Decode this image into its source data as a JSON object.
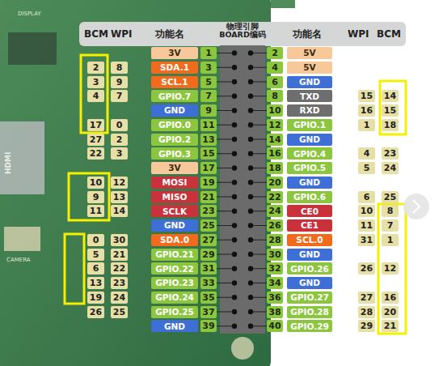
{
  "diagram": {
    "nodes": [
      {
        "text": [
          "3V"
        ]
      },
      {
        "text": [
          "1"
        ]
      },
      {
        "text": [
          "2"
        ]
      },
      {
        "text": [
          "5V"
        ]
      },
      {
        "text": [
          "2"
        ]
      },
      {
        "text": [
          "8"
        ]
      },
      {
        "text": [
          "SDA.1"
        ]
      },
      {
        "text": [
          "3"
        ]
      },
      {
        "text": [
          "4"
        ]
      },
      {
        "text": [
          "5V"
        ]
      },
      {
        "text": [
          "3"
        ]
      },
      {
        "text": [
          "9"
        ]
      },
      {
        "text": [
          "SCL.1"
        ]
      },
      {
        "text": [
          "5"
        ]
      },
      {
        "text": [
          "6"
        ]
      },
      {
        "text": [
          "GND"
        ]
      },
      {
        "text": [
          "4"
        ]
      },
      {
        "text": [
          "7"
        ]
      },
      {
        "text": [
          "GPIO.7"
        ]
      },
      {
        "text": [
          "7"
        ]
      },
      {
        "text": [
          "8"
        ]
      },
      {
        "text": [
          "TXD"
        ]
      },
      {
        "text": [
          "15"
        ]
      },
      {
        "text": [
          "14"
        ]
      },
      {
        "text": [
          "GND"
        ]
      },
      {
        "text": [
          "9"
        ]
      },
      {
        "text": [
          "10"
        ]
      },
      {
        "text": [
          "RXD"
        ]
      },
      {
        "text": [
          "16"
        ]
      },
      {
        "text": [
          "15"
        ]
      },
      {
        "text": [
          "17"
        ]
      },
      {
        "text": [
          "0"
        ]
      },
      {
        "text": [
          "GPIO.0"
        ]
      },
      {
        "text": [
          "11"
        ]
      },
      {
        "text": [
          "12"
        ]
      },
      {
        "text": [
          "GPIO.1"
        ]
      },
      {
        "text": [
          "1"
        ]
      },
      {
        "text": [
          "18"
        ]
      },
      {
        "text": [
          "27"
        ]
      },
      {
        "text": [
          "2"
        ]
      },
      {
        "text": [
          "GPIO.2"
        ]
      },
      {
        "text": [
          "13"
        ]
      },
      {
        "text": [
          "14"
        ]
      },
      {
        "text": [
          "GND"
        ]
      },
      {
        "text": [
          "22"
        ]
      },
      {
        "text": [
          "3"
        ]
      },
      {
        "text": [
          "GPIO.3"
        ]
      },
      {
        "text": [
          "15"
        ]
      },
      {
        "text": [
          "16"
        ]
      },
      {
        "text": [
          "GPIO.4"
        ]
      },
      {
        "text": [
          "4"
        ]
      },
      {
        "text": [
          "23"
        ]
      },
      {
        "text": [
          "3V"
        ]
      },
      {
        "text": [
          "17"
        ]
      },
      {
        "text": [
          "18"
        ]
      },
      {
        "text": [
          "GPIO.5"
        ]
      },
      {
        "text": [
          "5"
        ]
      },
      {
        "text": [
          "24"
        ]
      },
      {
        "text": [
          "10"
        ]
      },
      {
        "text": [
          "12"
        ]
      },
      {
        "text": [
          "MOSI"
        ]
      },
      {
        "text": [
          "19"
        ]
      },
      {
        "text": [
          "20"
        ]
      },
      {
        "text": [
          "GND"
        ]
      },
      {
        "text": [
          "9"
        ]
      },
      {
        "text": [
          "13"
        ]
      },
      {
        "text": [
          "MISO"
        ]
      },
      {
        "text": [
          "21"
        ]
      },
      {
        "text": [
          "22"
        ]
      },
      {
        "text": [
          "GPIO.6"
        ]
      },
      {
        "text": [
          "6"
        ]
      },
      {
        "text": [
          "25"
        ]
      },
      {
        "text": [
          "11"
        ]
      },
      {
        "text": [
          "14"
        ]
      },
      {
        "text": [
          "SCLK"
        ]
      },
      {
        "text": [
          "23"
        ]
      },
      {
        "text": [
          "24"
        ]
      },
      {
        "text": [
          "CE0"
        ]
      },
      {
        "text": [
          "10"
        ]
      },
      {
        "text": [
          "8"
        ]
      },
      {
        "text": [
          "GND"
        ]
      },
      {
        "text": [
          "25"
        ]
      },
      {
        "text": [
          "26"
        ]
      },
      {
        "text": [
          "CE1"
        ]
      },
      {
        "text": [
          "11"
        ]
      },
      {
        "text": [
          "7"
        ]
      },
      {
        "text": [
          "0"
        ]
      },
      {
        "text": [
          "30"
        ]
      },
      {
        "text": [
          "SDA.0"
        ]
      },
      {
        "text": [
          "27"
        ]
      },
      {
        "text": [
          "28"
        ]
      },
      {
        "text": [
          "SCL.0"
        ]
      },
      {
        "text": [
          "31"
        ]
      },
      {
        "text": [
          "1"
        ]
      },
      {
        "text": [
          "5"
        ]
      },
      {
        "text": [
          "21"
        ]
      },
      {
        "text": [
          "GPIO.21"
        ]
      },
      {
        "text": [
          "29"
        ]
      },
      {
        "text": [
          "30"
        ]
      },
      {
        "text": [
          "GND"
        ]
      },
      {
        "text": [
          "6"
        ]
      },
      {
        "text": [
          "22"
        ]
      },
      {
        "text": [
          "GPIO.22"
        ]
      },
      {
        "text": [
          "31"
        ]
      },
      {
        "text": [
          "32"
        ]
      },
      {
        "text": [
          "GPIO.26"
        ]
      },
      {
        "text": [
          "26"
        ]
      },
      {
        "text": [
          "12"
        ]
      },
      {
        "text": [
          "13"
        ]
      },
      {
        "text": [
          "23"
        ]
      },
      {
        "text": [
          "GPIO.23"
        ]
      },
      {
        "text": [
          "33"
        ]
      },
      {
        "text": [
          "34"
        ]
      },
      {
        "text": [
          "GND"
        ]
      },
      {
        "text": [
          "19"
        ]
      },
      {
        "text": [
          "24"
        ]
      },
      {
        "text": [
          "GPIO.24"
        ]
      },
      {
        "text": [
          "35"
        ]
      },
      {
        "text": [
          "36"
        ]
      },
      {
        "text": [
          "GPIO.27"
        ]
      },
      {
        "text": [
          "27"
        ]
      },
      {
        "text": [
          "16"
        ]
      },
      {
        "text": [
          "26"
        ]
      },
      {
        "text": [
          "25"
        ]
      },
      {
        "text": [
          "GPIO.25"
        ]
      },
      {
        "text": [
          "37"
        ]
      },
      {
        "text": [
          "38"
        ]
      },
      {
        "text": [
          "GPIO.28"
        ]
      },
      {
        "text": [
          "28"
        ]
      },
      {
        "text": [
          "20"
        ]
      },
      {
        "text": [
          "GND"
        ]
      },
      {
        "text": [
          "39"
        ]
      },
      {
        "text": [
          "40"
        ]
      },
      {
        "text": [
          "GPIO.29"
        ]
      },
      {
        "text": [
          "29"
        ]
      },
      {
        "text": [
          "21"
        ]
      }
    ],
    "labels": [
      "BCM",
      "WPI",
      "功能名",
      "物理引脚 BOARD编码",
      "功能名",
      "WPI",
      "BCM",
      "DISPLAY",
      "HDMI",
      "CAMERA"
    ]
  }
}
